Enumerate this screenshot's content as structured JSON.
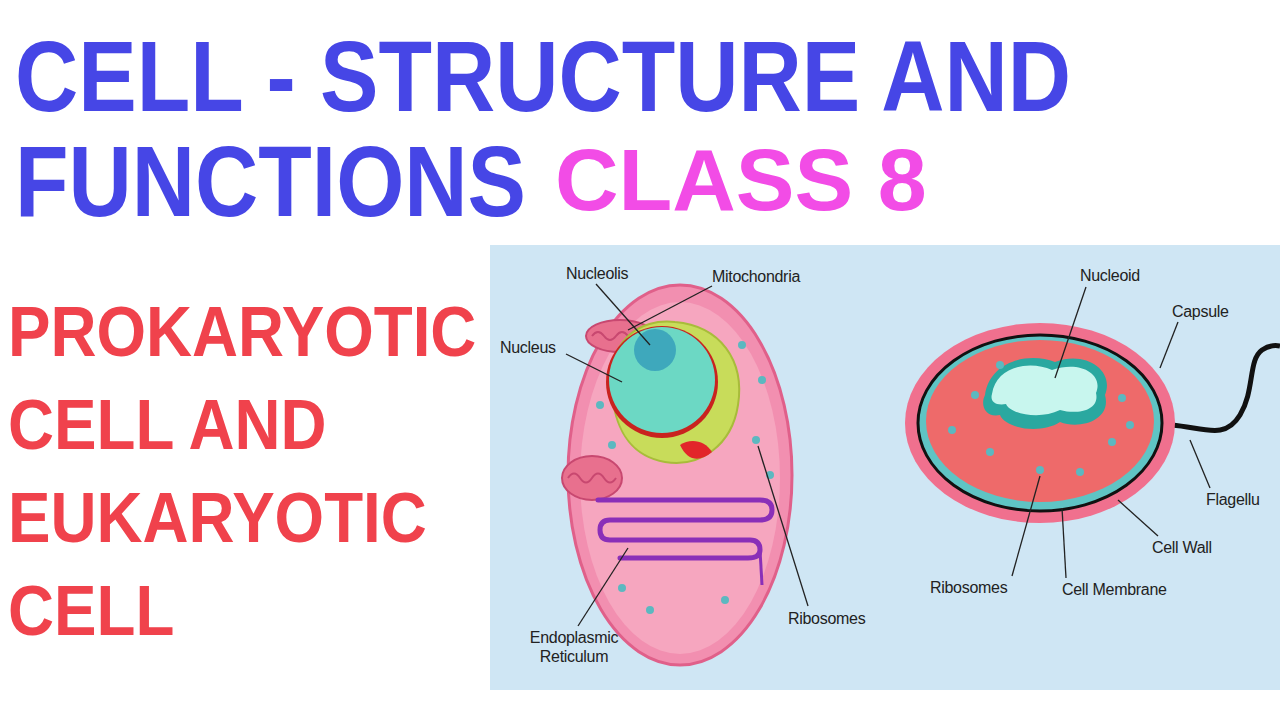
{
  "diagram": {
    "title": "CELL - STRUCTURE AND FUNCTIONS",
    "labels": [
      "CLASS 8",
      "PROKARYOTIC CELL AND EUKARYOTIC CELL",
      "Nucleolis",
      "Mitochondria",
      "Nucleus",
      "Endoplasmic Reticulum",
      "Ribosomes",
      "Nucleoid",
      "Capsule",
      "Flagellu",
      "Cell Wall",
      "Ribosomes",
      "Cell Membrane"
    ]
  }
}
